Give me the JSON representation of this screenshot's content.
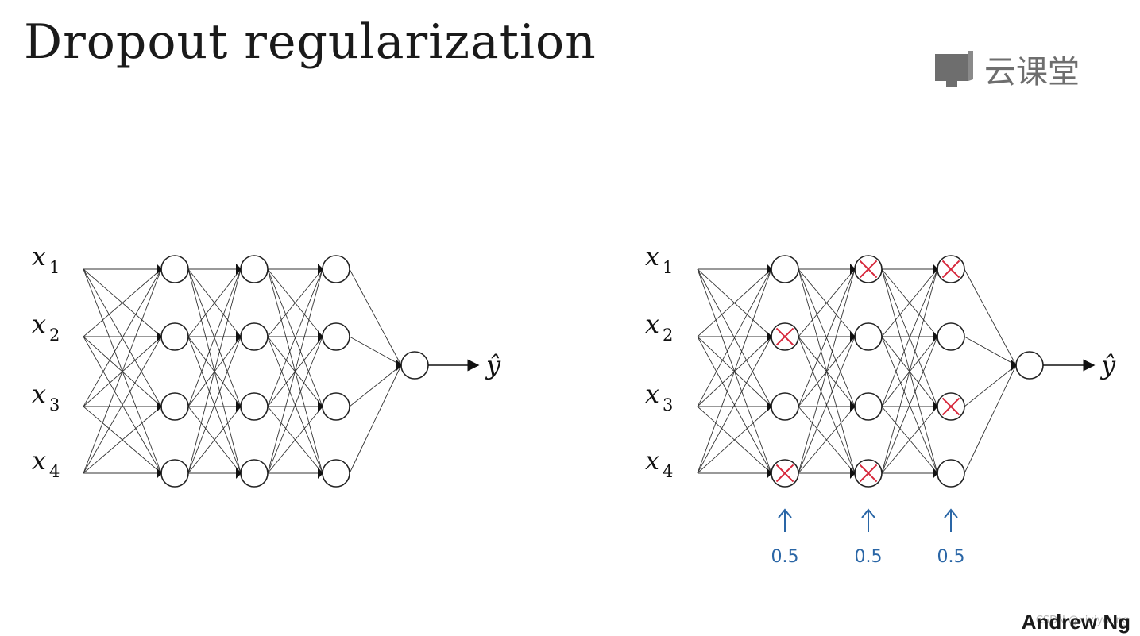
{
  "slide": {
    "title": "Dropout regularization",
    "logo_text": "云课堂",
    "author": "Andrew Ng",
    "watermark": "CSDN @xixiyoung"
  },
  "icons": {
    "logo": "slideshow-icon"
  },
  "colors": {
    "node_stroke": "#222222",
    "edge": "#333333",
    "dropout_mark": "#d6263a",
    "handwriting": "#2a66a6"
  },
  "networks": [
    {
      "id": "full",
      "input_labels": [
        {
          "base": "x",
          "sub": "1"
        },
        {
          "base": "x",
          "sub": "2"
        },
        {
          "base": "x",
          "sub": "3"
        },
        {
          "base": "x",
          "sub": "4"
        }
      ],
      "hidden_layers": [
        {
          "dropped": [
            false,
            false,
            false,
            false
          ]
        },
        {
          "dropped": [
            false,
            false,
            false,
            false
          ]
        },
        {
          "dropped": [
            false,
            false,
            false,
            false
          ]
        }
      ],
      "output_label": "ŷ",
      "keep_prob_labels": []
    },
    {
      "id": "dropout",
      "input_labels": [
        {
          "base": "x",
          "sub": "1"
        },
        {
          "base": "x",
          "sub": "2"
        },
        {
          "base": "x",
          "sub": "3"
        },
        {
          "base": "x",
          "sub": "4"
        }
      ],
      "hidden_layers": [
        {
          "dropped": [
            false,
            true,
            false,
            true
          ]
        },
        {
          "dropped": [
            true,
            false,
            false,
            true
          ]
        },
        {
          "dropped": [
            true,
            false,
            true,
            false
          ]
        }
      ],
      "output_label": "ŷ",
      "keep_prob_labels": [
        "0.5",
        "0.5",
        "0.5"
      ]
    }
  ]
}
